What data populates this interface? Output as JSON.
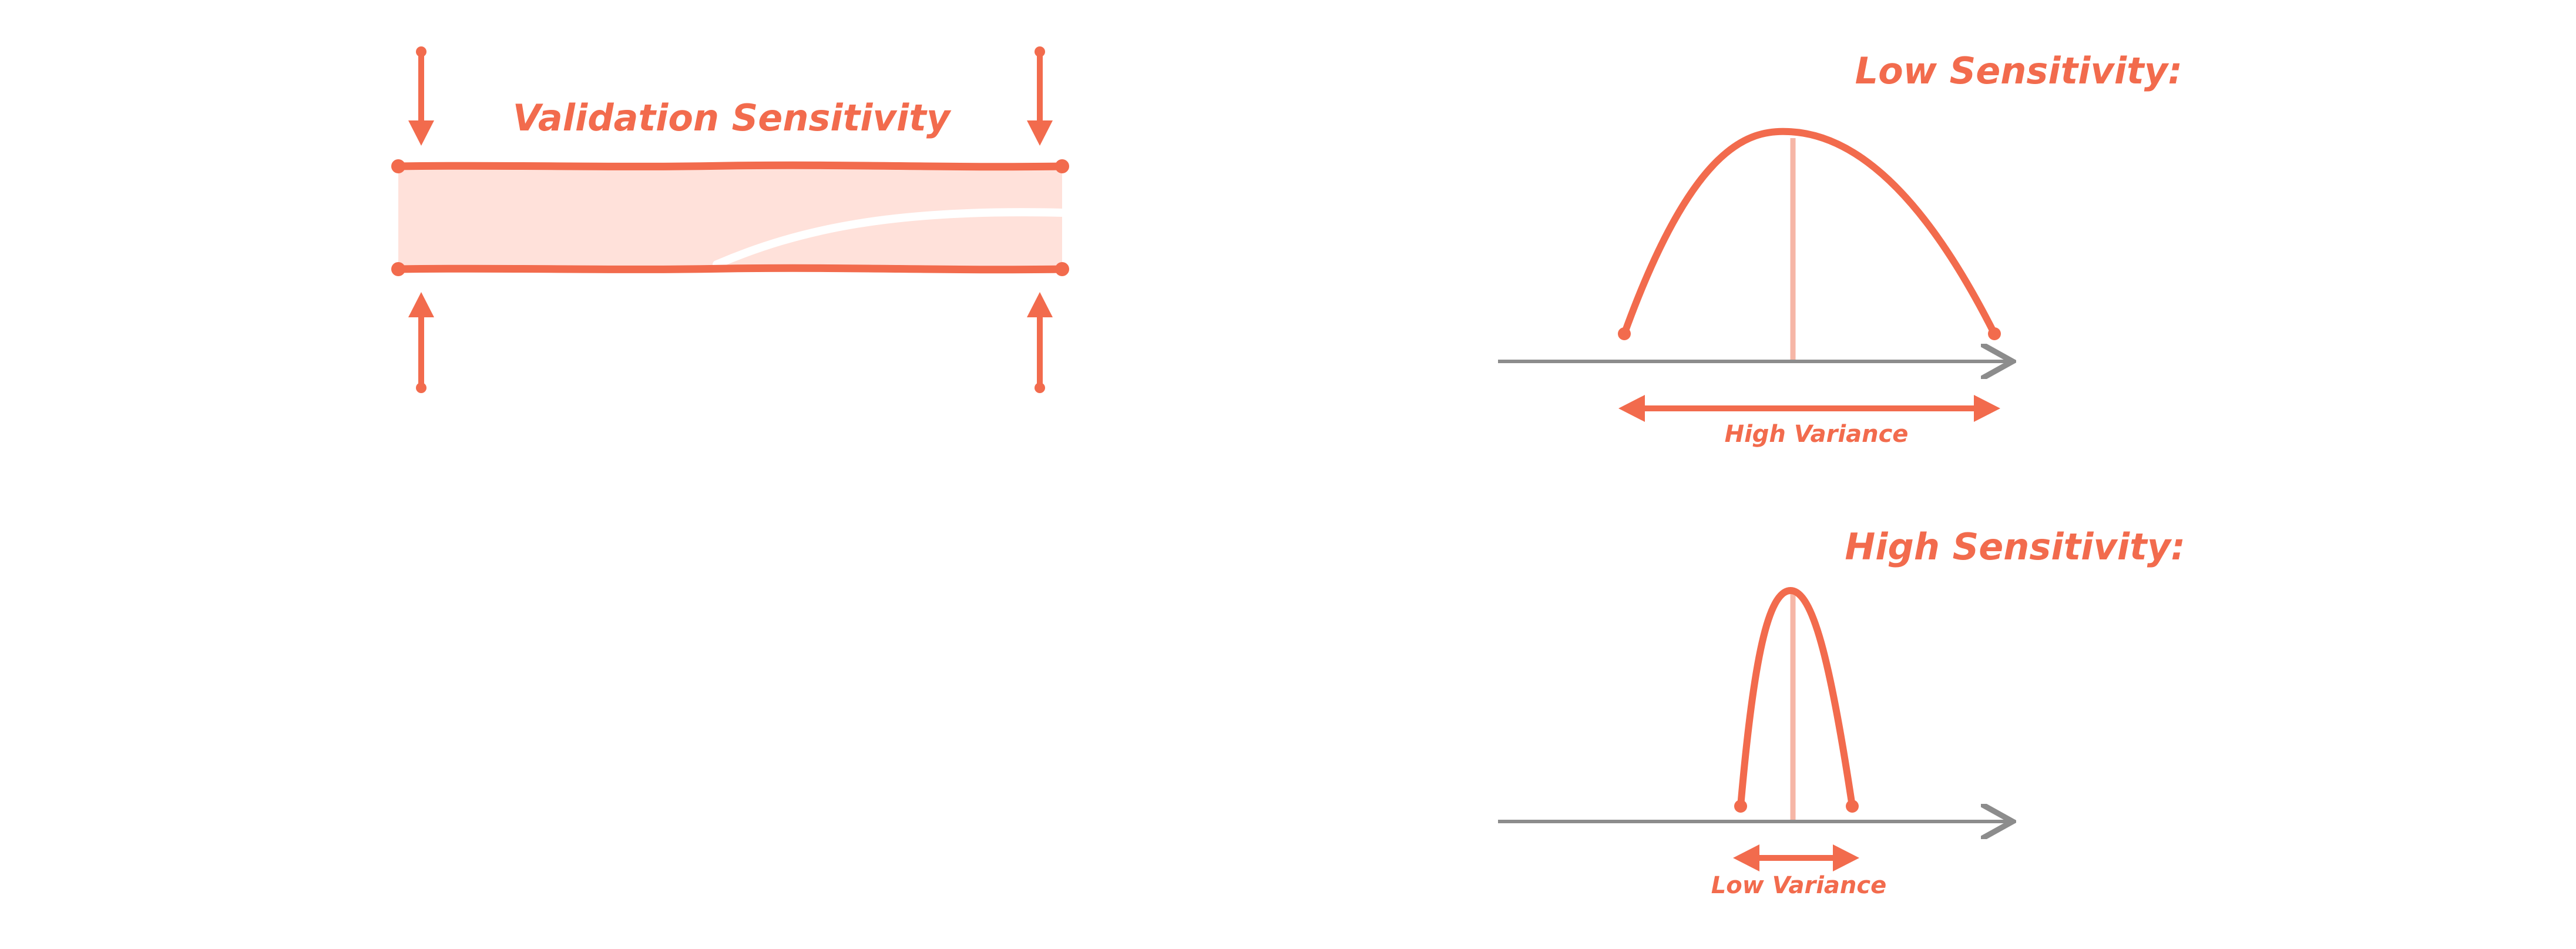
{
  "colors": {
    "accent": "#f26b4d",
    "band_fill": "#ffe1da",
    "center_line": "#f6b6a6",
    "axis": "#8c8c8c",
    "background": "#ffffff"
  },
  "validation": {
    "title": "Validation Sensitivity"
  },
  "low_sensitivity": {
    "title": "Low Sensitivity:",
    "range_label": "High Variance"
  },
  "high_sensitivity": {
    "title": "High Sensitivity:",
    "range_label": "Low Variance"
  }
}
